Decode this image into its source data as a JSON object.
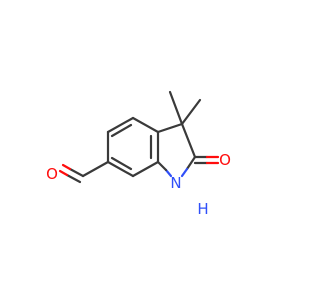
{
  "atoms": {
    "nitrogen_label": "N",
    "hydrogen_label": "H",
    "carbonyl_oxygen_label": "O",
    "aldehyde_oxygen_label": "O"
  },
  "colors": {
    "bond": "#3a3a3a",
    "oxygen": "#ff0d0d",
    "nitrogen": "#3050f8",
    "background": "#ffffff"
  }
}
